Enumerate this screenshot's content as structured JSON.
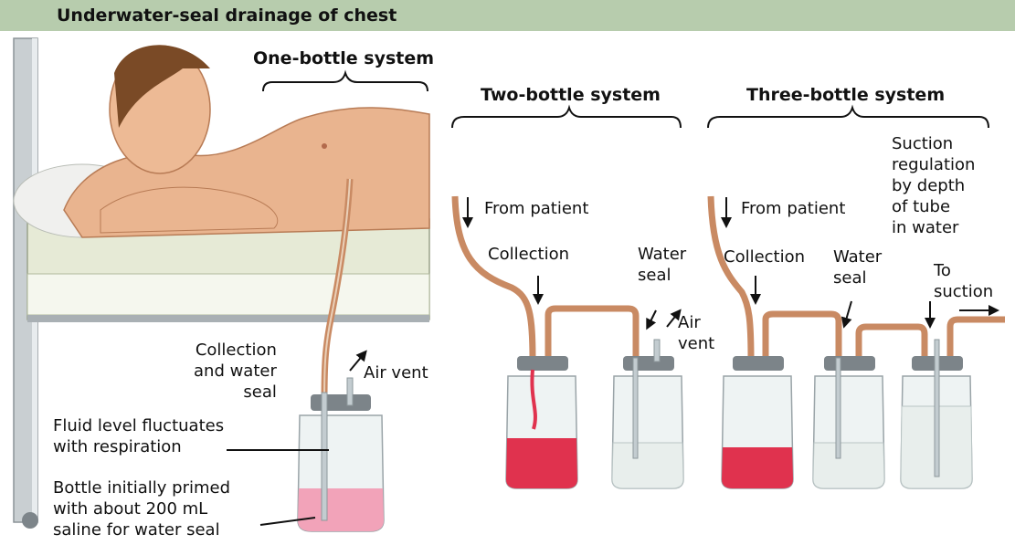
{
  "title": "Underwater-seal drainage of chest",
  "sections": {
    "one": "One-bottle system",
    "two": "Two-bottle system",
    "three": "Three-bottle system"
  },
  "one_bottle": {
    "collection_and_water_seal": "Collection\nand water\nseal",
    "air_vent": "Air vent",
    "fluid_level": "Fluid level fluctuates\nwith respiration",
    "primed": "Bottle initially primed\nwith about 200 mL\nsaline for water seal"
  },
  "two_bottle": {
    "from_patient": "From patient",
    "collection": "Collection",
    "water_seal": "Water\nseal",
    "air_vent": "Air\nvent"
  },
  "three_bottle": {
    "from_patient": "From patient",
    "collection": "Collection",
    "water_seal": "Water\nseal",
    "suction_regulation": "Suction\nregulation\nby depth\nof tube\nin water",
    "to_suction": "To\nsuction"
  },
  "colors": {
    "title_bar": "#b7ccad",
    "blood": "#e0324e",
    "saline_pink": "#f2a3b9",
    "tube": "#c98a63",
    "glass": "#eef3f3"
  }
}
